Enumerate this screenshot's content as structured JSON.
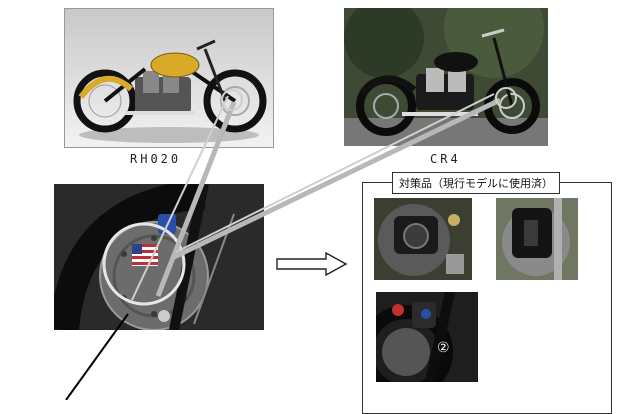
{
  "captions": {
    "bike_left": "RH020",
    "bike_right": "CR4"
  },
  "countermeasure_box": {
    "title": "対策品（現行モデルに使用済）",
    "marker": "②"
  },
  "icons": {
    "arrow": "right-arrow-outline-icon",
    "callout": "magnifier-callout-lines"
  },
  "colors": {
    "tank_yellow": "#d9a928",
    "caliper_blue": "#2a4fa8",
    "callout_gray": "#b8b8b8"
  }
}
